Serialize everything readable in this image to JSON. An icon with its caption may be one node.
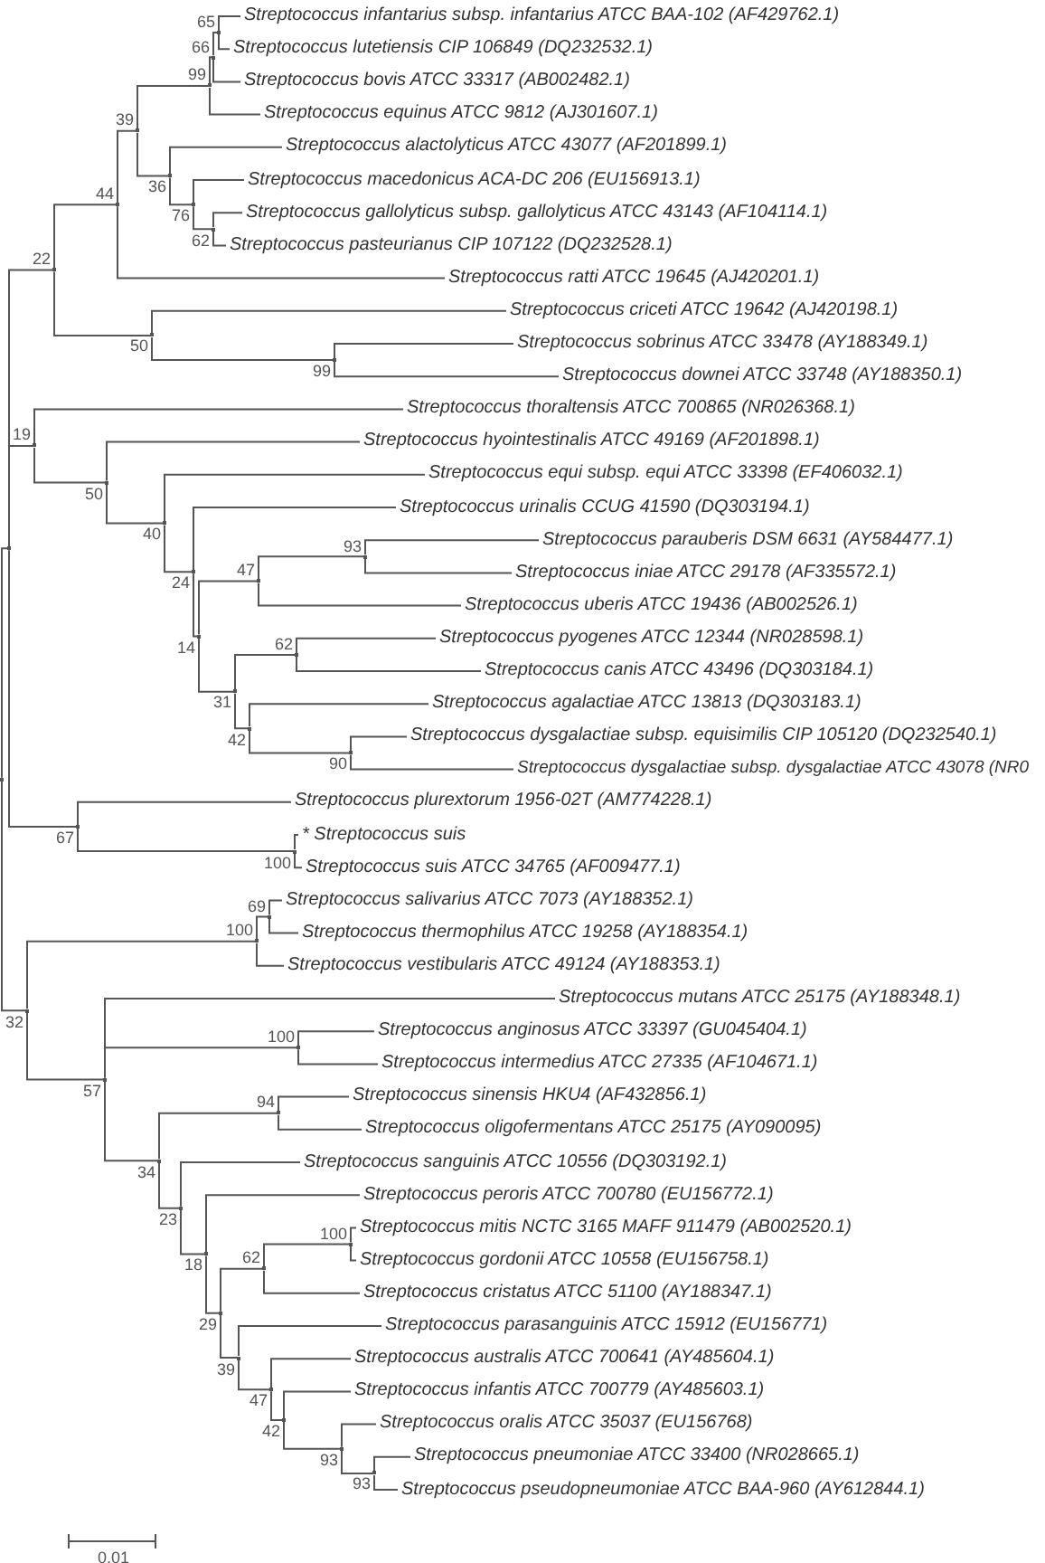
{
  "diagram": {
    "nodes": [
      {
        "text": [],
        "shape": "point"
      },
      {
        "text": [],
        "shape": "point"
      },
      {
        "text": [],
        "shape": "point",
        "beside": [
          "22"
        ]
      },
      {
        "text": [],
        "shape": "point",
        "beside": [
          "44"
        ]
      },
      {
        "text": [],
        "shape": "point",
        "beside": [
          "39"
        ]
      },
      {
        "text": [],
        "shape": "point",
        "beside": [
          "99"
        ]
      },
      {
        "text": [],
        "shape": "point",
        "beside": [
          "66"
        ]
      },
      {
        "text": [],
        "shape": "point",
        "beside": [
          "65"
        ]
      },
      {
        "text": [
          "Streptococcus infantarius subsp. infantarius ATCC BAA-102 (AF429762.1)"
        ]
      },
      {
        "text": [
          "Streptococcus lutetiensis CIP 106849 (DQ232532.1)"
        ]
      },
      {
        "text": [
          "Streptococcus bovis ATCC 33317 (AB002482.1)"
        ]
      },
      {
        "text": [
          "Streptococcus equinus ATCC 9812 (AJ301607.1)"
        ]
      },
      {
        "text": [],
        "shape": "point",
        "beside": [
          "36"
        ]
      },
      {
        "text": [
          "Streptococcus alactolyticus ATCC 43077 (AF201899.1)"
        ]
      },
      {
        "text": [],
        "shape": "point",
        "beside": [
          "76"
        ]
      },
      {
        "text": [
          "Streptococcus macedonicus ACA-DC 206 (EU156913.1)"
        ]
      },
      {
        "text": [],
        "shape": "point",
        "beside": [
          "62"
        ]
      },
      {
        "text": [
          "Streptococcus gallolyticus subsp. gallolyticus ATCC 43143 (AF104114.1)"
        ]
      },
      {
        "text": [
          "Streptococcus pasteurianus CIP 107122 (DQ232528.1)"
        ]
      },
      {
        "text": [
          "Streptococcus ratti ATCC 19645 (AJ420201.1)"
        ]
      },
      {
        "text": [],
        "shape": "point",
        "beside": [
          "50"
        ]
      },
      {
        "text": [
          "Streptococcus criceti ATCC 19642 (AJ420198.1)"
        ]
      },
      {
        "text": [],
        "shape": "point",
        "beside": [
          "99"
        ]
      },
      {
        "text": [
          "Streptococcus sobrinus ATCC 33478 (AY188349.1)"
        ]
      },
      {
        "text": [
          "Streptococcus downei ATCC 33748 (AY188350.1)"
        ]
      },
      {
        "text": [],
        "shape": "point",
        "beside": [
          "19"
        ]
      },
      {
        "text": [
          "Streptococcus thoraltensis ATCC 700865 (NR026368.1)"
        ]
      },
      {
        "text": [],
        "shape": "point",
        "beside": [
          "50"
        ]
      },
      {
        "text": [
          "Streptococcus hyointestinalis ATCC 49169 (AF201898.1)"
        ]
      },
      {
        "text": [],
        "shape": "point",
        "beside": [
          "40"
        ]
      },
      {
        "text": [
          "Streptococcus equi subsp. equi ATCC 33398 (EF406032.1)"
        ]
      },
      {
        "text": [],
        "shape": "point",
        "beside": [
          "24"
        ]
      },
      {
        "text": [
          "Streptococcus urinalis CCUG 41590 (DQ303194.1)"
        ]
      },
      {
        "text": [],
        "shape": "point",
        "beside": [
          "14"
        ]
      },
      {
        "text": [],
        "shape": "point",
        "beside": [
          "47"
        ]
      },
      {
        "text": [],
        "shape": "point",
        "beside": [
          "93"
        ]
      },
      {
        "text": [
          "Streptococcus parauberis DSM 6631 (AY584477.1)"
        ]
      },
      {
        "text": [
          "Streptococcus iniae ATCC 29178 (AF335572.1)"
        ]
      },
      {
        "text": [
          "Streptococcus uberis ATCC 19436 (AB002526.1)"
        ]
      },
      {
        "text": [],
        "shape": "point",
        "beside": [
          "31"
        ]
      },
      {
        "text": [],
        "shape": "point",
        "beside": [
          "62"
        ]
      },
      {
        "text": [
          "Streptococcus pyogenes ATCC 12344 (NR028598.1)"
        ]
      },
      {
        "text": [
          "Streptococcus canis ATCC 43496 (DQ303184.1)"
        ]
      },
      {
        "text": [],
        "shape": "point",
        "beside": [
          "42"
        ]
      },
      {
        "text": [
          "Streptococcus agalactiae ATCC 13813 (DQ303183.1)"
        ]
      },
      {
        "text": [],
        "shape": "point",
        "beside": [
          "90"
        ]
      },
      {
        "text": [
          "Streptococcus dysgalactiae subsp. equisimilis CIP 105120 (DQ232540.1)"
        ]
      },
      {
        "text": [
          "Streptococcus dysgalactiae subsp. dysgalactiae ATCC 43078 (NR0"
        ]
      },
      {
        "text": [],
        "shape": "point",
        "beside": [
          "67"
        ]
      },
      {
        "text": [
          "Streptococcus plurextorum 1956-02T (AM774228.1)"
        ]
      },
      {
        "text": [],
        "shape": "point",
        "beside": [
          "100"
        ]
      },
      {
        "text": [
          "* Streptococcus suis"
        ]
      },
      {
        "text": [
          "Streptococcus suis ATCC 34765 (AF009477.1)"
        ]
      },
      {
        "text": [],
        "shape": "point",
        "beside": [
          "32"
        ]
      },
      {
        "text": [],
        "shape": "point",
        "beside": [
          "100"
        ]
      },
      {
        "text": [],
        "shape": "point",
        "beside": [
          "69"
        ]
      },
      {
        "text": [
          "Streptococcus salivarius ATCC 7073 (AY188352.1)"
        ]
      },
      {
        "text": [
          "Streptococcus thermophilus ATCC 19258 (AY188354.1)"
        ]
      },
      {
        "text": [
          "Streptococcus vestibularis ATCC 49124 (AY188353.1)"
        ]
      },
      {
        "text": [],
        "shape": "point",
        "beside": [
          "57"
        ]
      },
      {
        "text": [
          "Streptococcus mutans ATCC 25175 (AY188348.1)"
        ]
      },
      {
        "text": [],
        "shape": "point",
        "beside": [
          "100"
        ]
      },
      {
        "text": [
          "Streptococcus anginosus ATCC 33397 (GU045404.1)"
        ]
      },
      {
        "text": [
          "Streptococcus intermedius ATCC 27335 (AF104671.1)"
        ]
      },
      {
        "text": [],
        "shape": "point",
        "beside": [
          "34"
        ]
      },
      {
        "text": [],
        "shape": "point",
        "beside": [
          "94"
        ]
      },
      {
        "text": [
          "Streptococcus sinensis HKU4 (AF432856.1)"
        ]
      },
      {
        "text": [
          "Streptococcus oligofermentans ATCC 25175 (AY090095)"
        ]
      },
      {
        "text": [],
        "shape": "point",
        "beside": [
          "23"
        ]
      },
      {
        "text": [
          "Streptococcus sanguinis ATCC 10556 (DQ303192.1)"
        ]
      },
      {
        "text": [],
        "shape": "point",
        "beside": [
          "18"
        ]
      },
      {
        "text": [
          "Streptococcus peroris ATCC 700780 (EU156772.1)"
        ]
      },
      {
        "text": [],
        "shape": "point",
        "beside": [
          "29"
        ]
      },
      {
        "text": [],
        "shape": "point",
        "beside": [
          "62"
        ]
      },
      {
        "text": [],
        "shape": "point",
        "beside": [
          "100"
        ]
      },
      {
        "text": [
          "Streptococcus mitis NCTC 3165 MAFF 911479 (AB002520.1)"
        ]
      },
      {
        "text": [
          "Streptococcus gordonii ATCC 10558 (EU156758.1)"
        ]
      },
      {
        "text": [
          "Streptococcus cristatus ATCC 51100 (AY188347.1)"
        ]
      },
      {
        "text": [],
        "shape": "point",
        "beside": [
          "39"
        ]
      },
      {
        "text": [
          "Streptococcus parasanguinis ATCC 15912 (EU156771)"
        ]
      },
      {
        "text": [],
        "shape": "point",
        "beside": [
          "47"
        ]
      },
      {
        "text": [
          "Streptococcus australis ATCC 700641 (AY485604.1)"
        ]
      },
      {
        "text": [],
        "shape": "point",
        "beside": [
          "42"
        ]
      },
      {
        "text": [
          "Streptococcus infantis ATCC 700779 (AY485603.1)"
        ]
      },
      {
        "text": [],
        "shape": "point",
        "beside": [
          "93"
        ]
      },
      {
        "text": [
          "Streptococcus oralis ATCC 35037 (EU156768)"
        ]
      },
      {
        "text": [],
        "shape": "point",
        "beside": [
          "93"
        ]
      },
      {
        "text": [
          "Streptococcus pneumoniae ATCC 33400 (NR028665.1)"
        ]
      },
      {
        "text": [
          "Streptococcus pseudopneumoniae ATCC BAA-960 (AY612844.1)"
        ]
      }
    ],
    "edges": [
      {
        "from": 0,
        "to": 1,
        "arrow": "none"
      },
      {
        "from": 1,
        "to": 2,
        "arrow": "none"
      },
      {
        "from": 2,
        "to": 3,
        "arrow": "none"
      },
      {
        "from": 3,
        "to": 4,
        "arrow": "none"
      },
      {
        "from": 4,
        "to": 5,
        "arrow": "none"
      },
      {
        "from": 5,
        "to": 6,
        "arrow": "none"
      },
      {
        "from": 6,
        "to": 7,
        "arrow": "none"
      },
      {
        "from": 7,
        "to": 8,
        "arrow": "none"
      },
      {
        "from": 7,
        "to": 9,
        "arrow": "none"
      },
      {
        "from": 6,
        "to": 10,
        "arrow": "none"
      },
      {
        "from": 5,
        "to": 11,
        "arrow": "none"
      },
      {
        "from": 4,
        "to": 12,
        "arrow": "none"
      },
      {
        "from": 12,
        "to": 13,
        "arrow": "none"
      },
      {
        "from": 12,
        "to": 14,
        "arrow": "none"
      },
      {
        "from": 14,
        "to": 15,
        "arrow": "none"
      },
      {
        "from": 14,
        "to": 16,
        "arrow": "none"
      },
      {
        "from": 16,
        "to": 17,
        "arrow": "none"
      },
      {
        "from": 16,
        "to": 18,
        "arrow": "none"
      },
      {
        "from": 3,
        "to": 19,
        "arrow": "none"
      },
      {
        "from": 2,
        "to": 20,
        "arrow": "none"
      },
      {
        "from": 20,
        "to": 21,
        "arrow": "none"
      },
      {
        "from": 20,
        "to": 22,
        "arrow": "none"
      },
      {
        "from": 22,
        "to": 23,
        "arrow": "none"
      },
      {
        "from": 22,
        "to": 24,
        "arrow": "none"
      },
      {
        "from": 1,
        "to": 25,
        "arrow": "none"
      },
      {
        "from": 25,
        "to": 26,
        "arrow": "none"
      },
      {
        "from": 25,
        "to": 27,
        "arrow": "none"
      },
      {
        "from": 27,
        "to": 28,
        "arrow": "none"
      },
      {
        "from": 27,
        "to": 29,
        "arrow": "none"
      },
      {
        "from": 29,
        "to": 30,
        "arrow": "none"
      },
      {
        "from": 29,
        "to": 31,
        "arrow": "none"
      },
      {
        "from": 31,
        "to": 32,
        "arrow": "none"
      },
      {
        "from": 31,
        "to": 33,
        "arrow": "none"
      },
      {
        "from": 33,
        "to": 34,
        "arrow": "none"
      },
      {
        "from": 34,
        "to": 35,
        "arrow": "none"
      },
      {
        "from": 35,
        "to": 36,
        "arrow": "none"
      },
      {
        "from": 35,
        "to": 37,
        "arrow": "none"
      },
      {
        "from": 34,
        "to": 38,
        "arrow": "none"
      },
      {
        "from": 33,
        "to": 39,
        "arrow": "none"
      },
      {
        "from": 39,
        "to": 40,
        "arrow": "none"
      },
      {
        "from": 40,
        "to": 41,
        "arrow": "none"
      },
      {
        "from": 40,
        "to": 42,
        "arrow": "none"
      },
      {
        "from": 39,
        "to": 43,
        "arrow": "none"
      },
      {
        "from": 43,
        "to": 44,
        "arrow": "none"
      },
      {
        "from": 43,
        "to": 45,
        "arrow": "none"
      },
      {
        "from": 45,
        "to": 46,
        "arrow": "none"
      },
      {
        "from": 45,
        "to": 47,
        "arrow": "none"
      },
      {
        "from": 1,
        "to": 48,
        "arrow": "none"
      },
      {
        "from": 48,
        "to": 49,
        "arrow": "none"
      },
      {
        "from": 48,
        "to": 50,
        "arrow": "none"
      },
      {
        "from": 50,
        "to": 51,
        "arrow": "none"
      },
      {
        "from": 50,
        "to": 52,
        "arrow": "none"
      },
      {
        "from": 0,
        "to": 53,
        "arrow": "none"
      },
      {
        "from": 53,
        "to": 54,
        "arrow": "none"
      },
      {
        "from": 54,
        "to": 55,
        "arrow": "none"
      },
      {
        "from": 55,
        "to": 56,
        "arrow": "none"
      },
      {
        "from": 55,
        "to": 57,
        "arrow": "none"
      },
      {
        "from": 54,
        "to": 58,
        "arrow": "none"
      },
      {
        "from": 53,
        "to": 59,
        "arrow": "none"
      },
      {
        "from": 59,
        "to": 60,
        "arrow": "none"
      },
      {
        "from": 59,
        "to": 61,
        "arrow": "none"
      },
      {
        "from": 61,
        "to": 62,
        "arrow": "none"
      },
      {
        "from": 61,
        "to": 63,
        "arrow": "none"
      },
      {
        "from": 59,
        "to": 64,
        "arrow": "none"
      },
      {
        "from": 64,
        "to": 65,
        "arrow": "none"
      },
      {
        "from": 65,
        "to": 66,
        "arrow": "none"
      },
      {
        "from": 65,
        "to": 67,
        "arrow": "none"
      },
      {
        "from": 64,
        "to": 68,
        "arrow": "none"
      },
      {
        "from": 68,
        "to": 69,
        "arrow": "none"
      },
      {
        "from": 68,
        "to": 70,
        "arrow": "none"
      },
      {
        "from": 70,
        "to": 71,
        "arrow": "none"
      },
      {
        "from": 70,
        "to": 72,
        "arrow": "none"
      },
      {
        "from": 72,
        "to": 73,
        "arrow": "none"
      },
      {
        "from": 73,
        "to": 74,
        "arrow": "none"
      },
      {
        "from": 74,
        "to": 75,
        "arrow": "none"
      },
      {
        "from": 74,
        "to": 76,
        "arrow": "none"
      },
      {
        "from": 73,
        "to": 77,
        "arrow": "none"
      },
      {
        "from": 72,
        "to": 78,
        "arrow": "none"
      },
      {
        "from": 78,
        "to": 79,
        "arrow": "none"
      },
      {
        "from": 78,
        "to": 80,
        "arrow": "none"
      },
      {
        "from": 80,
        "to": 81,
        "arrow": "none"
      },
      {
        "from": 80,
        "to": 82,
        "arrow": "none"
      },
      {
        "from": 82,
        "to": 83,
        "arrow": "none"
      },
      {
        "from": 82,
        "to": 84,
        "arrow": "none"
      },
      {
        "from": 84,
        "to": 85,
        "arrow": "none"
      },
      {
        "from": 84,
        "to": 86,
        "arrow": "none"
      },
      {
        "from": 86,
        "to": 87,
        "arrow": "none"
      },
      {
        "from": 86,
        "to": 88,
        "arrow": "none"
      }
    ],
    "labels": [
      "0.01"
    ]
  }
}
